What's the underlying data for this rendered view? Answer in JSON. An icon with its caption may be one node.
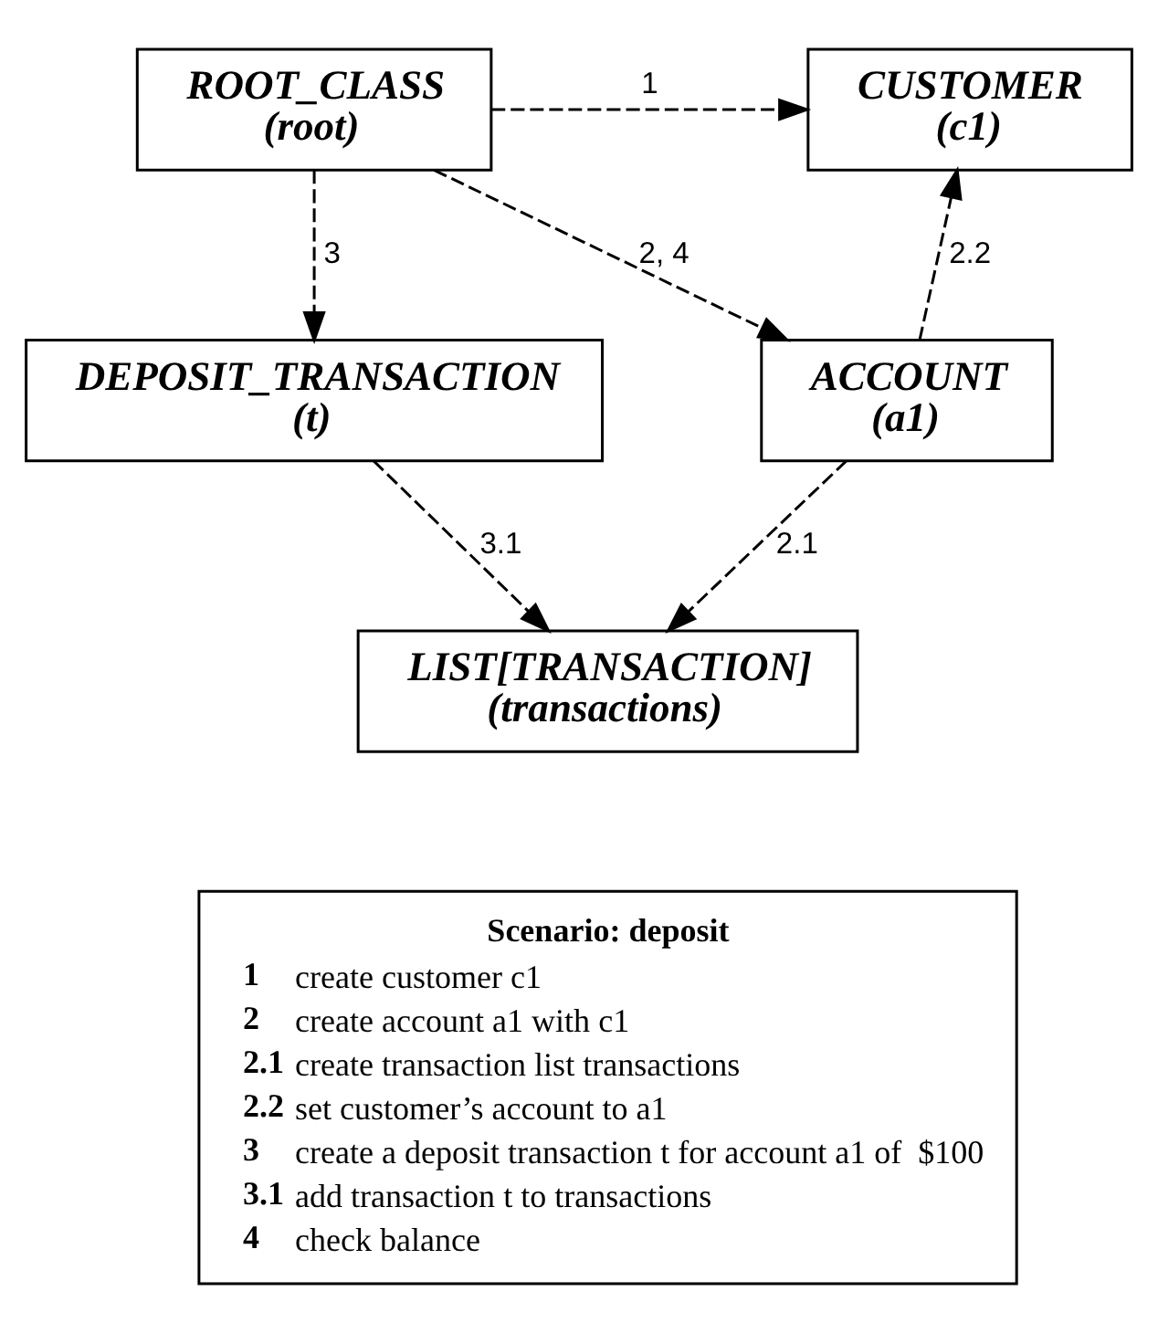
{
  "diagram": {
    "nodes": [
      {
        "text": [
          "ROOT_CLASS",
          "(root)"
        ]
      },
      {
        "text": [
          "CUSTOMER",
          "(c1)"
        ]
      },
      {
        "text": [
          "ACCOUNT",
          "(a1)"
        ]
      },
      {
        "text": [
          "DEPOSIT_TRANSACTION",
          "(t)"
        ]
      },
      {
        "text": [
          "LIST[TRANSACTION]",
          "(transactions)"
        ]
      },
      {
        "text": [
          "Scenario: deposit",
          "1",
          "create customer c1",
          "2",
          "create account a1 with c1",
          "2.1",
          "create transaction list transactions",
          "2.2",
          "set customer’s account to a1",
          "3",
          "create a deposit transaction t for account a1 of  $100",
          "3.1",
          "add transaction t to transactions",
          "4",
          "check balance"
        ]
      }
    ],
    "edges": [
      {
        "from": 0,
        "to": 1,
        "arrow": "to",
        "label": "1",
        "style": "dashed"
      },
      {
        "from": 0,
        "to": 3,
        "arrow": "to",
        "label": "3",
        "style": "dashed"
      },
      {
        "from": 0,
        "to": 2,
        "arrow": "to",
        "label": "2, 4",
        "style": "dashed"
      },
      {
        "from": 2,
        "to": 1,
        "arrow": "to",
        "label": "2.2",
        "style": "dashed"
      },
      {
        "from": 2,
        "to": 4,
        "arrow": "to",
        "label": "2.1",
        "style": "dashed"
      },
      {
        "from": 3,
        "to": 4,
        "arrow": "to",
        "label": "3.1",
        "style": "dashed"
      }
    ]
  }
}
